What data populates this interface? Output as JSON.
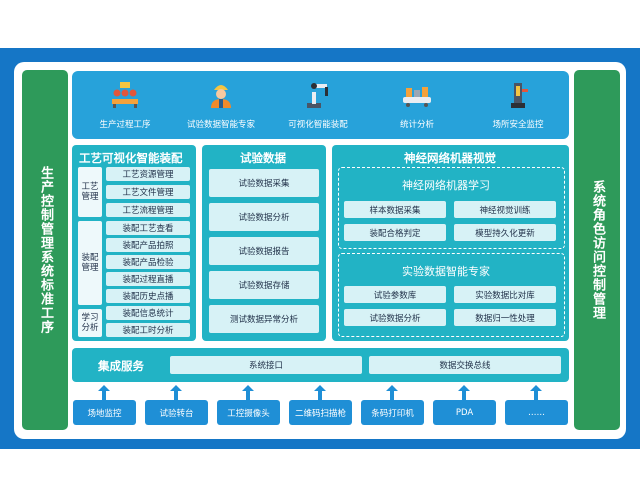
{
  "left_sidebar": "生产控制管理系统标准工序",
  "right_sidebar": "系统角色访问控制管理",
  "top_items": [
    {
      "label": "生产过程工序",
      "icon": "production-line-icon"
    },
    {
      "label": "试验数据智能专家",
      "icon": "engineer-icon"
    },
    {
      "label": "可视化智能装配",
      "icon": "robot-arm-icon"
    },
    {
      "label": "统计分析",
      "icon": "conveyor-icon"
    },
    {
      "label": "场所安全监控",
      "icon": "industrial-robot-icon"
    }
  ],
  "col1": {
    "title": "工艺可视化智能装配",
    "groups": [
      {
        "label": "工艺管理",
        "items": [
          "工艺资源管理",
          "工艺文件管理",
          "工艺流程管理"
        ]
      },
      {
        "label": "装配管理",
        "items": [
          "装配工艺查看",
          "装配产品拍照",
          "装配产品检验",
          "装配过程直播",
          "装配历史点播"
        ]
      },
      {
        "label": "学习分析",
        "items": [
          "装配信息统计",
          "装配工时分析"
        ]
      }
    ]
  },
  "col2": {
    "title": "试验数据",
    "items": [
      "试验数据采集",
      "试验数据分析",
      "试验数据报告",
      "试验数据存储",
      "测试数据异常分析"
    ]
  },
  "col3": {
    "title": "神经网络机器视觉",
    "sub1": {
      "title": "神经网络机器学习",
      "items": [
        "样本数据采集",
        "神经视觉训练",
        "装配合格判定",
        "模型持久化更新"
      ]
    },
    "sub2": {
      "title": "实验数据智能专家",
      "items": [
        "试验参数库",
        "实验数据比对库",
        "试验数据分析",
        "数据归一性处理"
      ]
    }
  },
  "services": {
    "title": "集成服务",
    "items": [
      "系统接口",
      "数据交换总线"
    ]
  },
  "devices": [
    "场地监控",
    "试验转台",
    "工控摄像头",
    "二维码扫描枪",
    "条码打印机",
    "PDA",
    "……"
  ],
  "colors": {
    "frame": "#1576c6",
    "top": "#27a2da",
    "teal": "#22b3c5",
    "green": "#2e9a5a",
    "device": "#1f8fd6"
  }
}
